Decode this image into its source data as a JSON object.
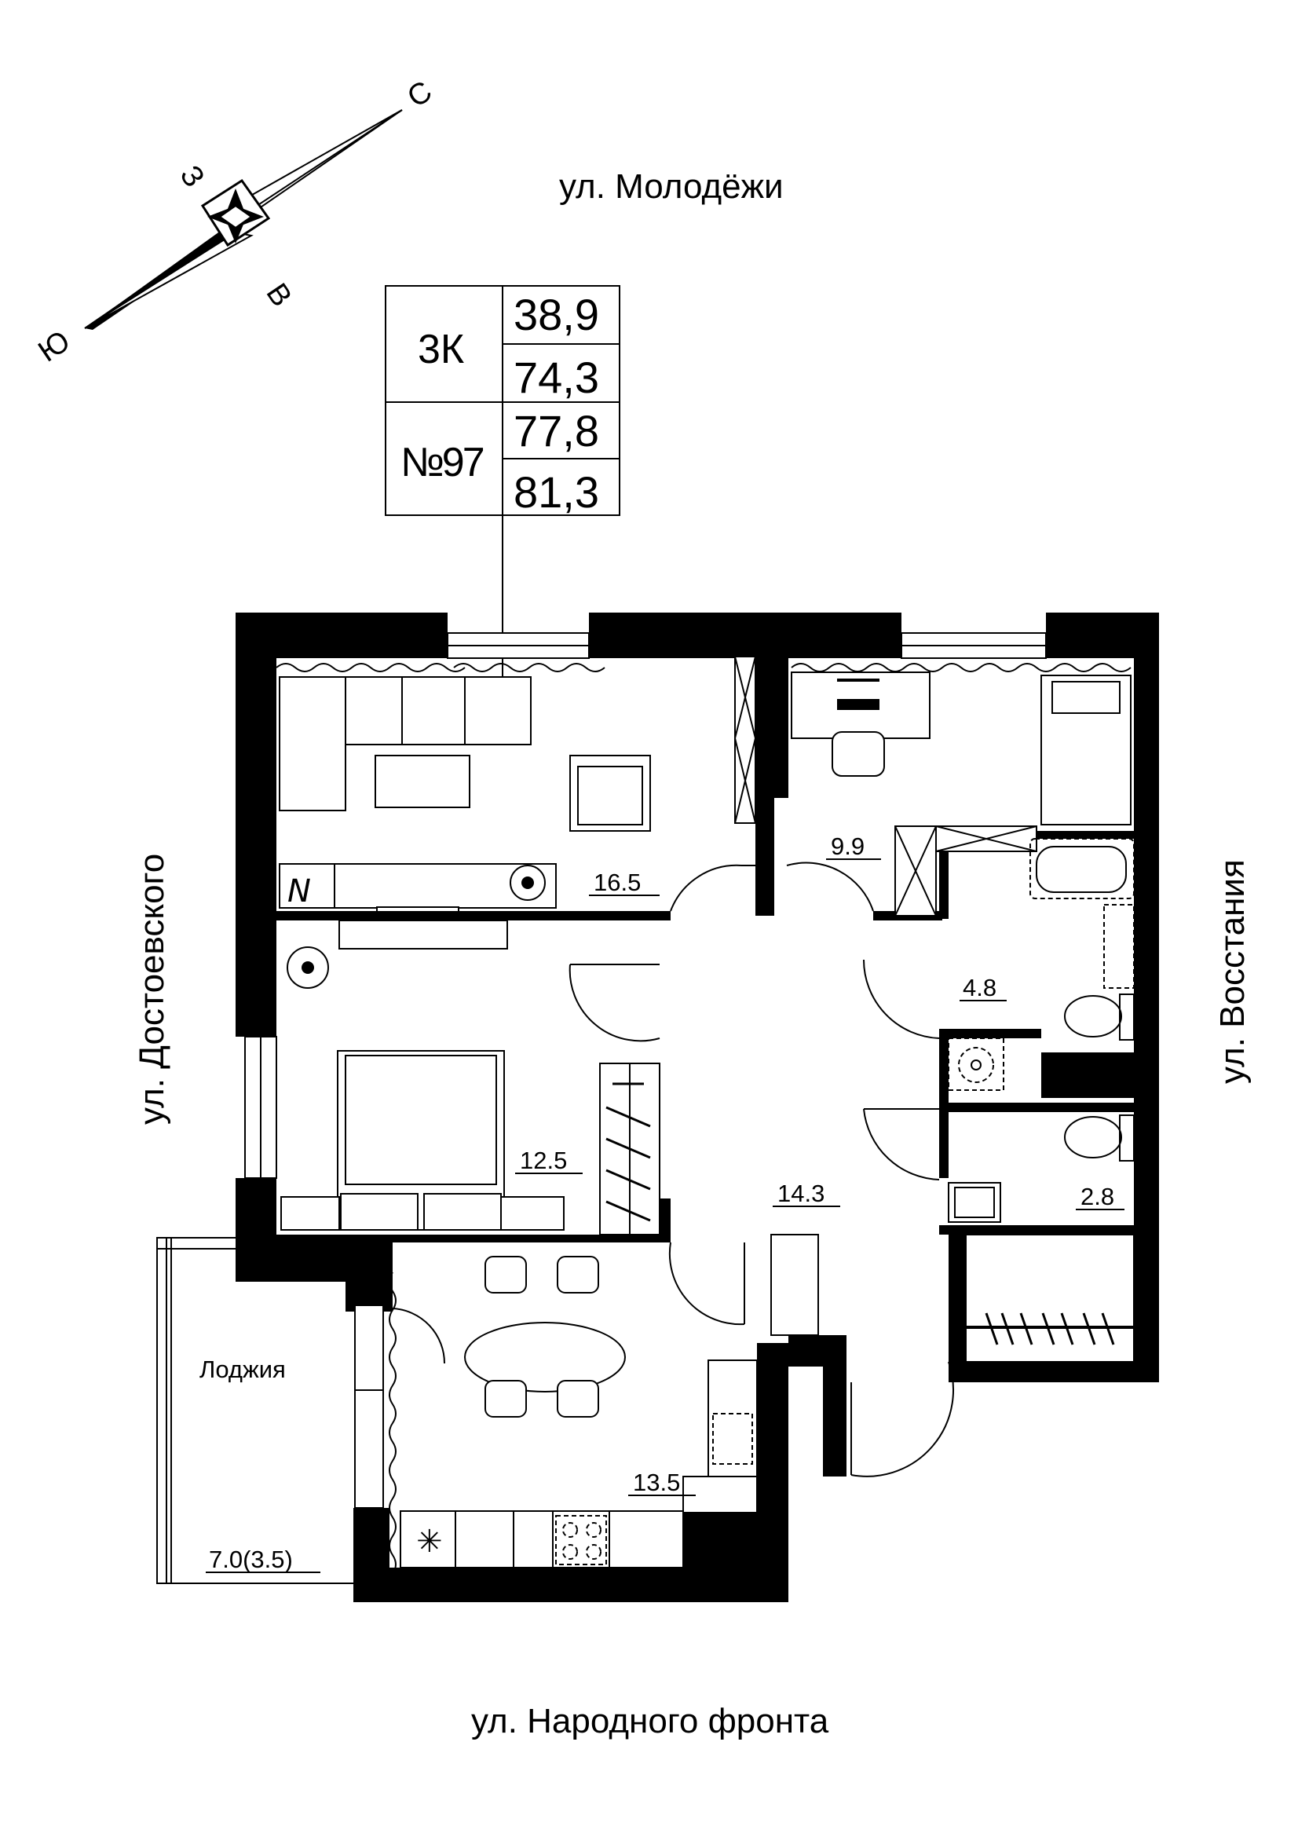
{
  "streets": {
    "top": "ул. Молодёжи",
    "bottom": "ул. Народного фронта",
    "left": "ул. Достоевского",
    "right": "ул. Восстания"
  },
  "compass": {
    "north": "С",
    "south": "Ю",
    "east": "В",
    "west": "З"
  },
  "info_box": {
    "type": "3К",
    "number": "№97",
    "values": [
      "38,9",
      "74,3",
      "77,8",
      "81,3"
    ]
  },
  "rooms": {
    "living": "16.5",
    "study": "9.9",
    "bathroom": "4.8",
    "bedroom": "12.5",
    "hall": "14.3",
    "wc": "2.8",
    "kitchen": "13.5",
    "loggia_name": "Лоджия",
    "loggia_area": "7.0(3.5)"
  }
}
